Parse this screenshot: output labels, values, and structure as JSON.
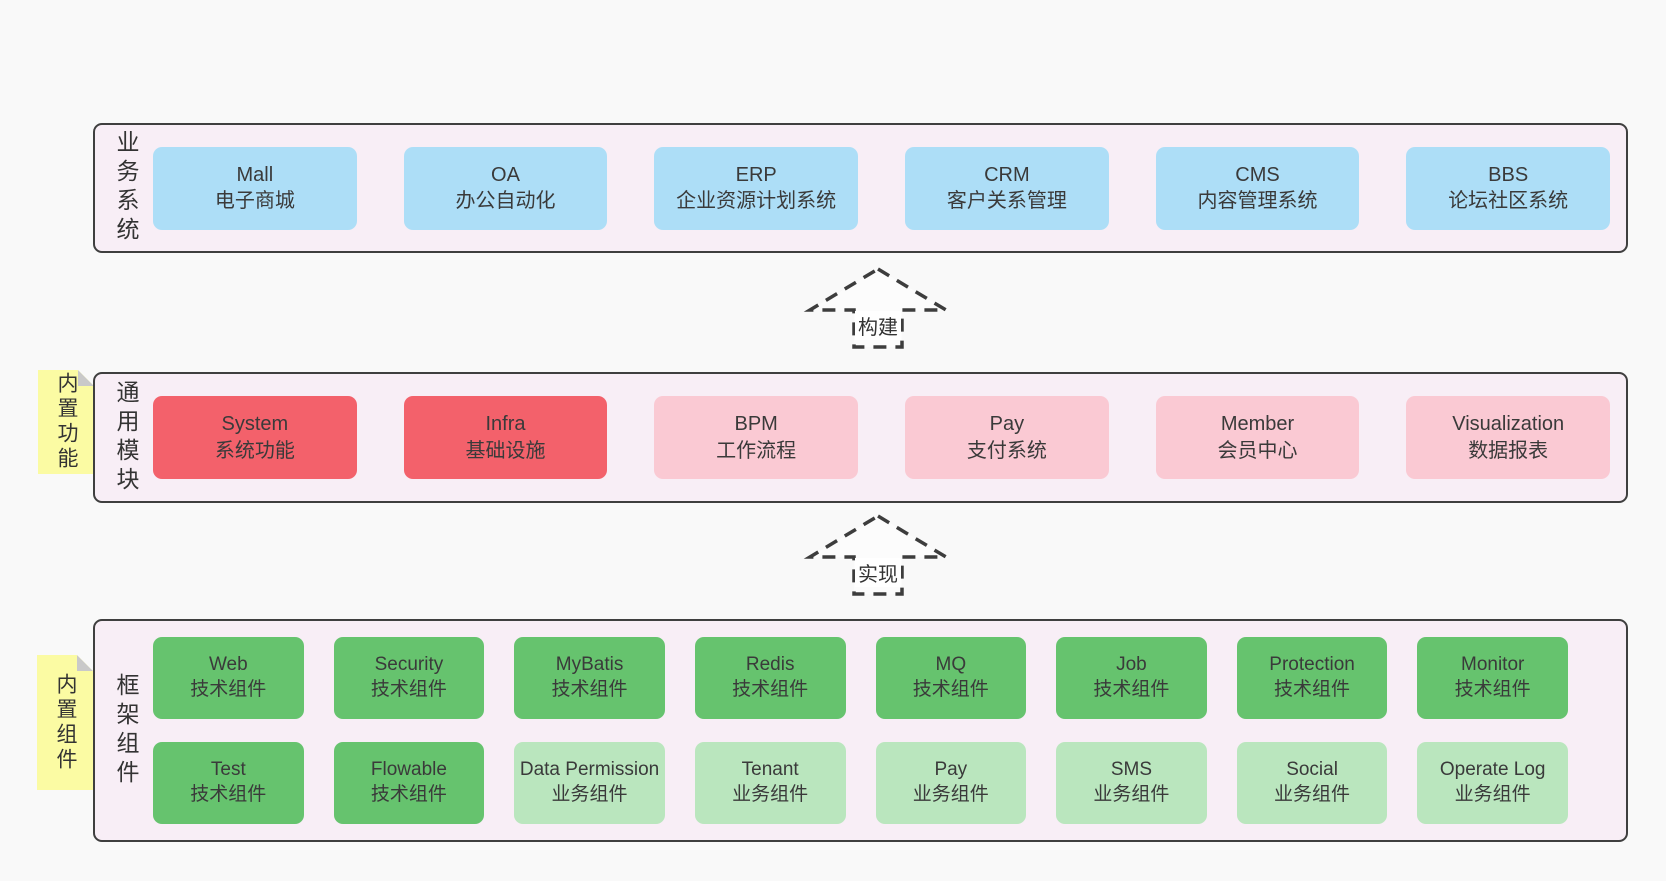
{
  "colors": {
    "page_bg": "#f9f9f9",
    "band_bg": "#f8eef6",
    "band_border": "#3f3f3f",
    "blue_box": "#addef7",
    "red_box": "#f3616b",
    "pink_box": "#fac9d3",
    "green_box": "#66c36e",
    "green_light_box": "#bae6be",
    "sticky_bg": "#fbfba3",
    "text": "#3a3a3a"
  },
  "arrows": [
    {
      "label": "构建"
    },
    {
      "label": "实现"
    }
  ],
  "bands": [
    {
      "label": "业务系统",
      "boxes": [
        {
          "name": "Mall",
          "desc": "电子商城",
          "type": "blue"
        },
        {
          "name": "OA",
          "desc": "办公自动化",
          "type": "blue"
        },
        {
          "name": "ERP",
          "desc": "企业资源计划系统",
          "type": "blue"
        },
        {
          "name": "CRM",
          "desc": "客户关系管理",
          "type": "blue"
        },
        {
          "name": "CMS",
          "desc": "内容管理系统",
          "type": "blue"
        },
        {
          "name": "BBS",
          "desc": "论坛社区系统",
          "type": "blue"
        }
      ]
    },
    {
      "label": "通用模块",
      "sticky": "内置功能",
      "boxes": [
        {
          "name": "System",
          "desc": "系统功能",
          "type": "red"
        },
        {
          "name": "Infra",
          "desc": "基础设施",
          "type": "red"
        },
        {
          "name": "BPM",
          "desc": "工作流程",
          "type": "pink"
        },
        {
          "name": "Pay",
          "desc": "支付系统",
          "type": "pink"
        },
        {
          "name": "Member",
          "desc": "会员中心",
          "type": "pink"
        },
        {
          "name": "Visualization",
          "desc": "数据报表",
          "type": "pink"
        }
      ]
    },
    {
      "label": "框架组件",
      "sticky": "内置组件",
      "rows": [
        [
          {
            "name": "Web",
            "desc": "技术组件",
            "type": "green"
          },
          {
            "name": "Security",
            "desc": "技术组件",
            "type": "green"
          },
          {
            "name": "MyBatis",
            "desc": "技术组件",
            "type": "green"
          },
          {
            "name": "Redis",
            "desc": "技术组件",
            "type": "green"
          },
          {
            "name": "MQ",
            "desc": "技术组件",
            "type": "green"
          },
          {
            "name": "Job",
            "desc": "技术组件",
            "type": "green"
          },
          {
            "name": "Protection",
            "desc": "技术组件",
            "type": "green"
          },
          {
            "name": "Monitor",
            "desc": "技术组件",
            "type": "green"
          }
        ],
        [
          {
            "name": "Test",
            "desc": "技术组件",
            "type": "green"
          },
          {
            "name": "Flowable",
            "desc": "技术组件",
            "type": "green"
          },
          {
            "name": "Data Permission",
            "desc": "业务组件",
            "type": "green-light"
          },
          {
            "name": "Tenant",
            "desc": "业务组件",
            "type": "green-light"
          },
          {
            "name": "Pay",
            "desc": "业务组件",
            "type": "green-light"
          },
          {
            "name": "SMS",
            "desc": "业务组件",
            "type": "green-light"
          },
          {
            "name": "Social",
            "desc": "业务组件",
            "type": "green-light"
          },
          {
            "name": "Operate Log",
            "desc": "业务组件",
            "type": "green-light"
          }
        ]
      ]
    }
  ]
}
